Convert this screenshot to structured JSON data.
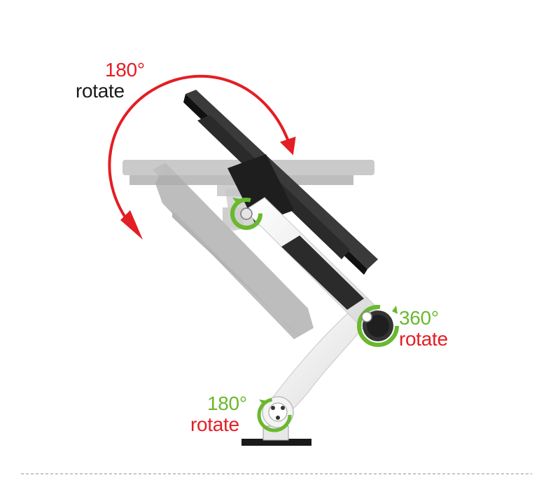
{
  "colors": {
    "red": "#e31e24",
    "green": "#6ab82e",
    "black": "#1a1a1a",
    "ghost": "#b8b8b8",
    "arm_white": "#f4f4f4",
    "grip": "#2b2b2b",
    "divider": "#b3b3b3"
  },
  "icons": {
    "rotate_arrow": "circular-arrow-icon",
    "pivot": "green-ring-pivot-icon"
  },
  "labels": {
    "top_degrees": "180°",
    "top_word": "rotate",
    "right_degrees": "360°",
    "right_word": "rotate",
    "bottom_degrees": "180°",
    "bottom_word": "rotate"
  }
}
